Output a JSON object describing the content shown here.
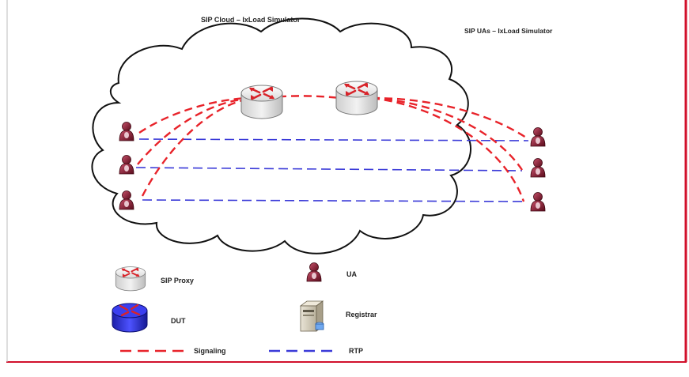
{
  "title_cloud": "SIP Cloud – IxLoad Simulator",
  "title_uas": "SIP UAs – IxLoad Simulator",
  "legend": {
    "sip_proxy": "SIP Proxy",
    "dut": "DUT",
    "ua": "UA",
    "registrar": "Registrar",
    "signaling": "Signaling",
    "rtp": "RTP"
  },
  "colors": {
    "signaling": "#e8232a",
    "rtp": "#3a3ad8",
    "frame_right": "#d1102b",
    "frame_bottom": "#d1102b",
    "ua_body": "#8a1a2c",
    "dut_fill": "#2d2fd6"
  },
  "icons": {
    "sip_proxy": "router-icon",
    "dut": "router-icon",
    "ua": "user-icon",
    "registrar": "server-icon"
  }
}
